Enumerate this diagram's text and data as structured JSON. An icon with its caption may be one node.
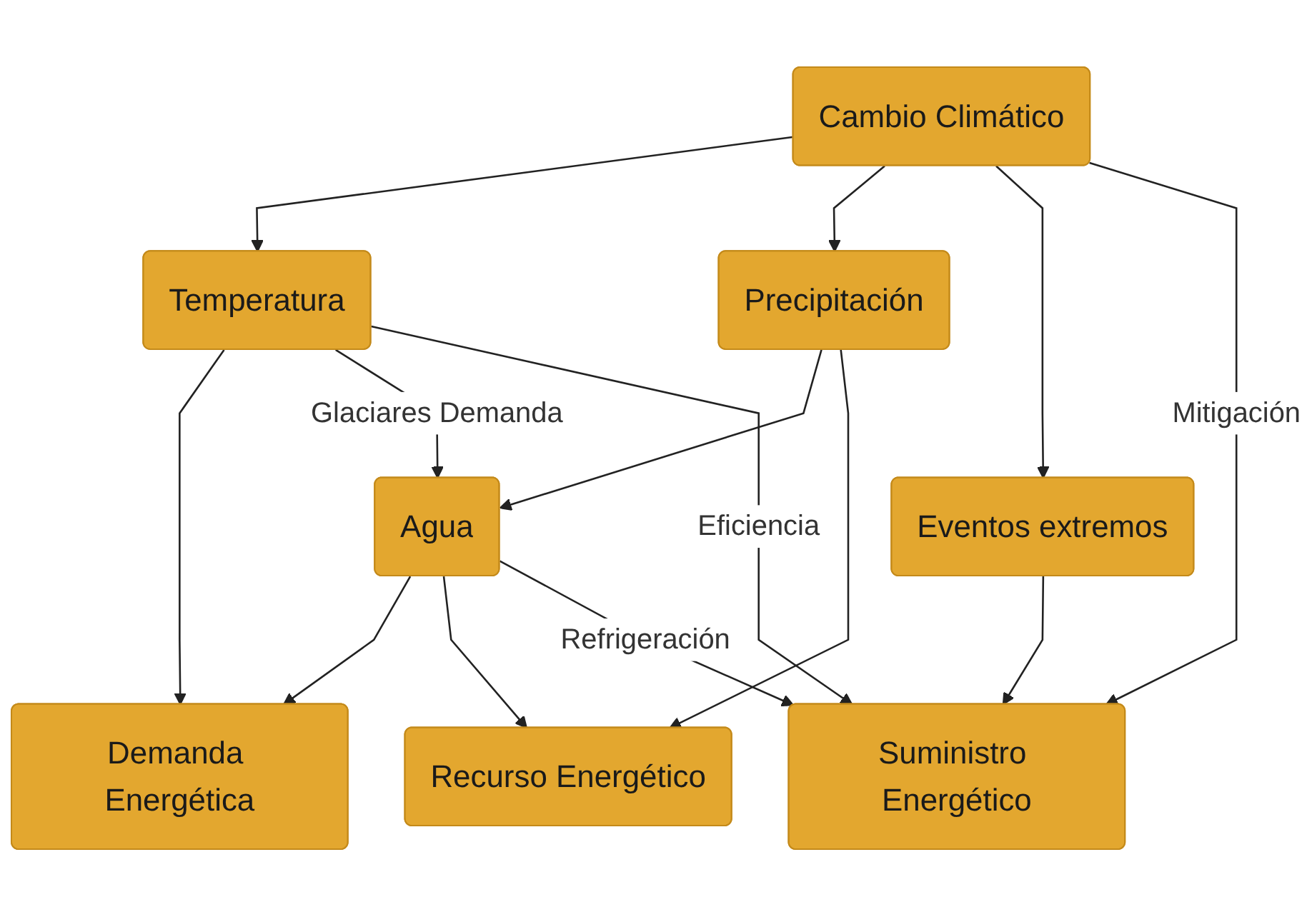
{
  "diagram": {
    "nodes": [
      {
        "text": [
          "Cambio Climático"
        ]
      },
      {
        "text": [
          "Temperatura"
        ]
      },
      {
        "text": [
          "Precipitación"
        ]
      },
      {
        "text": [
          "Eventos extremos"
        ]
      },
      {
        "text": [
          "Agua"
        ]
      },
      {
        "text": [
          "Demanda Energética"
        ]
      },
      {
        "text": [
          "Recurso Energético"
        ]
      },
      {
        "text": [
          "Suministro Energético"
        ]
      }
    ],
    "edges": [
      {
        "from": 0,
        "to": 1,
        "arrow": "to"
      },
      {
        "from": 0,
        "to": 2,
        "arrow": "to"
      },
      {
        "from": 0,
        "to": 3,
        "arrow": "to"
      },
      {
        "from": 0,
        "to": 7,
        "arrow": "to",
        "label": "Mitigación"
      },
      {
        "from": 1,
        "to": 5,
        "arrow": "to"
      },
      {
        "from": 1,
        "to": 4,
        "arrow": "to",
        "label": "Glaciares Demanda"
      },
      {
        "from": 1,
        "to": 7,
        "arrow": "to",
        "label": "Eficiencia"
      },
      {
        "from": 2,
        "to": 4,
        "arrow": "to"
      },
      {
        "from": 2,
        "to": 6,
        "arrow": "to"
      },
      {
        "from": 3,
        "to": 7,
        "arrow": "to"
      },
      {
        "from": 4,
        "to": 5,
        "arrow": "to"
      },
      {
        "from": 4,
        "to": 6,
        "arrow": "to"
      },
      {
        "from": 4,
        "to": 7,
        "arrow": "to",
        "label": "Refrigeración"
      }
    ]
  }
}
